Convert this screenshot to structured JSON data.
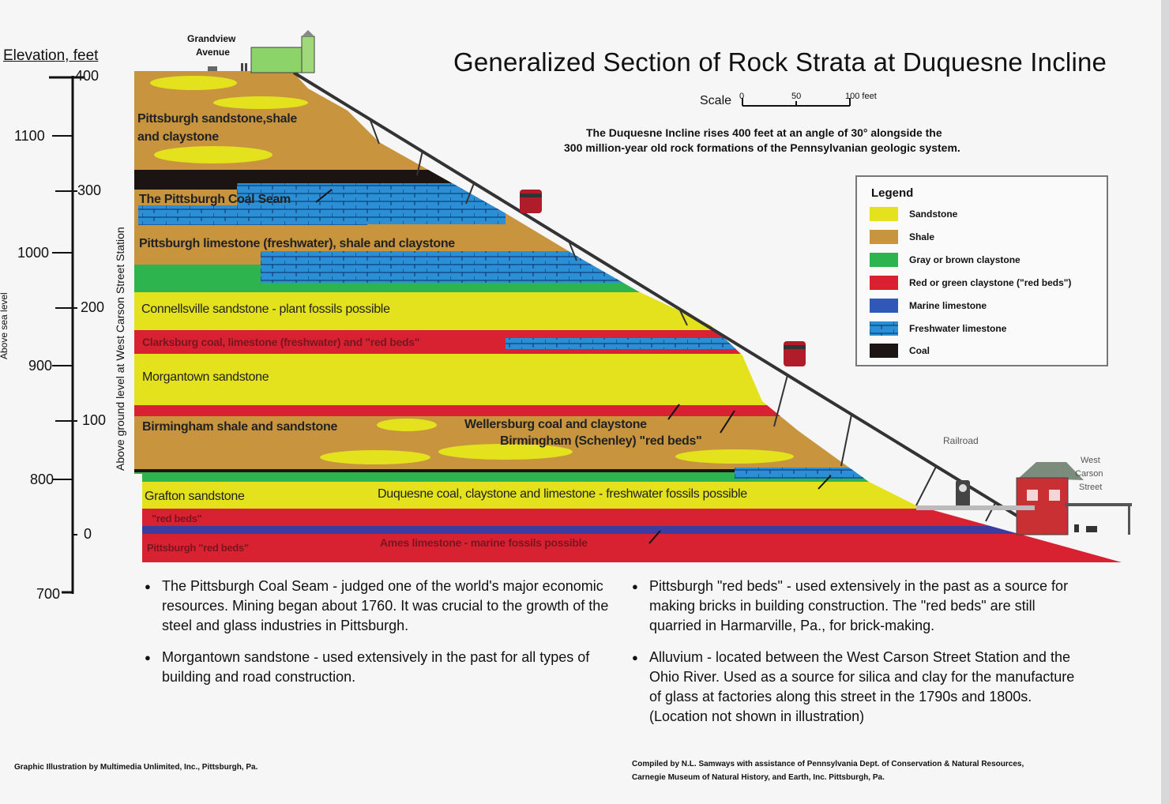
{
  "title": "Generalized Section of Rock Strata at Duquesne Incline",
  "subtitle_line1": "The Duquesne Incline rises 400 feet at an angle of 30° alongside the",
  "subtitle_line2": "300 million-year old rock formations of the Pennsylvanian geologic system.",
  "scale": {
    "label": "Scale",
    "ticks": [
      "0",
      "50",
      "100 feet"
    ]
  },
  "axes": {
    "elevation_title": "Elevation, feet",
    "sea_level_label": "Above sea level",
    "ground_level_label": "Above ground level at West Carson Street Station",
    "sea_level_ticks": [
      "1100",
      "1000",
      "900",
      "800",
      "700"
    ],
    "ground_ticks": [
      "400",
      "300",
      "200",
      "100",
      "0"
    ]
  },
  "places": {
    "grandview": [
      "Grandview",
      "Avenue"
    ],
    "railroad": "Railroad",
    "west_carson": [
      "West",
      "Carson",
      "Street"
    ]
  },
  "layers": {
    "pittsburgh_sandstone": [
      "Pittsburgh sandstone,shale",
      "and claystone"
    ],
    "coal_seam": "The Pittsburgh Coal Seam",
    "pittsburgh_limestone": "Pittsburgh limestone (freshwater), shale and claystone",
    "connellsville": "Connellsville sandstone - plant fossils possible",
    "clarksburg": "Clarksburg coal, limestone (freshwater) and \"red beds\"",
    "morgantown": "Morgantown sandstone",
    "birmingham": "Birmingham shale and sandstone",
    "wellersburg": "Wellersburg coal and claystone",
    "birmingham_red": "Birmingham (Schenley) \"red beds\"",
    "grafton": "Grafton sandstone",
    "duquesne": "Duquesne coal, claystone and limestone - freshwater fossils possible",
    "red_beds": "\"red beds\"",
    "pittsburgh_red": "Pittsburgh \"red beds\"",
    "ames": "Ames limestone - marine fossils possible"
  },
  "legend": {
    "title": "Legend",
    "items": [
      {
        "label": "Sandstone",
        "color": "#e4e21c"
      },
      {
        "label": "Shale",
        "color": "#c8953e"
      },
      {
        "label": "Gray or brown claystone",
        "color": "#2eb44e"
      },
      {
        "label": "Red or green claystone (\"red beds\")",
        "color": "#d92231"
      },
      {
        "label": "Marine limestone",
        "color": "#2f58b8"
      },
      {
        "label": "Freshwater limestone",
        "color": "#2b8fd6"
      },
      {
        "label": "Coal",
        "color": "#1c1412"
      }
    ]
  },
  "notes": [
    "The Pittsburgh Coal Seam - judged one of the world's major economic resources. Mining began about 1760. It was crucial to the growth of the steel and glass industries in Pittsburgh.",
    "Morgantown sandstone - used extensively in the past for all types of building and road construction.",
    "Pittsburgh \"red beds\" - used extensively in the past as a source for making bricks in building construction. The \"red beds\" are still quarried in Harmarville, Pa., for brick-making.",
    "Alluvium - located between the West Carson Street Station and the Ohio River. Used as a source for silica and clay for the manufacture of glass at factories along this street in the 1790s and 1800s. (Location not shown in illustration)"
  ],
  "credits": {
    "left": "Graphic Illustration by Multimedia Unlimited, Inc., Pittsburgh, Pa.",
    "right_line1": "Compiled by N.L. Samways with assistance of Pennsylvania Dept. of Conservation & Natural Resources,",
    "right_line2": "Carnegie Museum of Natural History, and Earth, Inc. Pittsburgh, Pa."
  }
}
